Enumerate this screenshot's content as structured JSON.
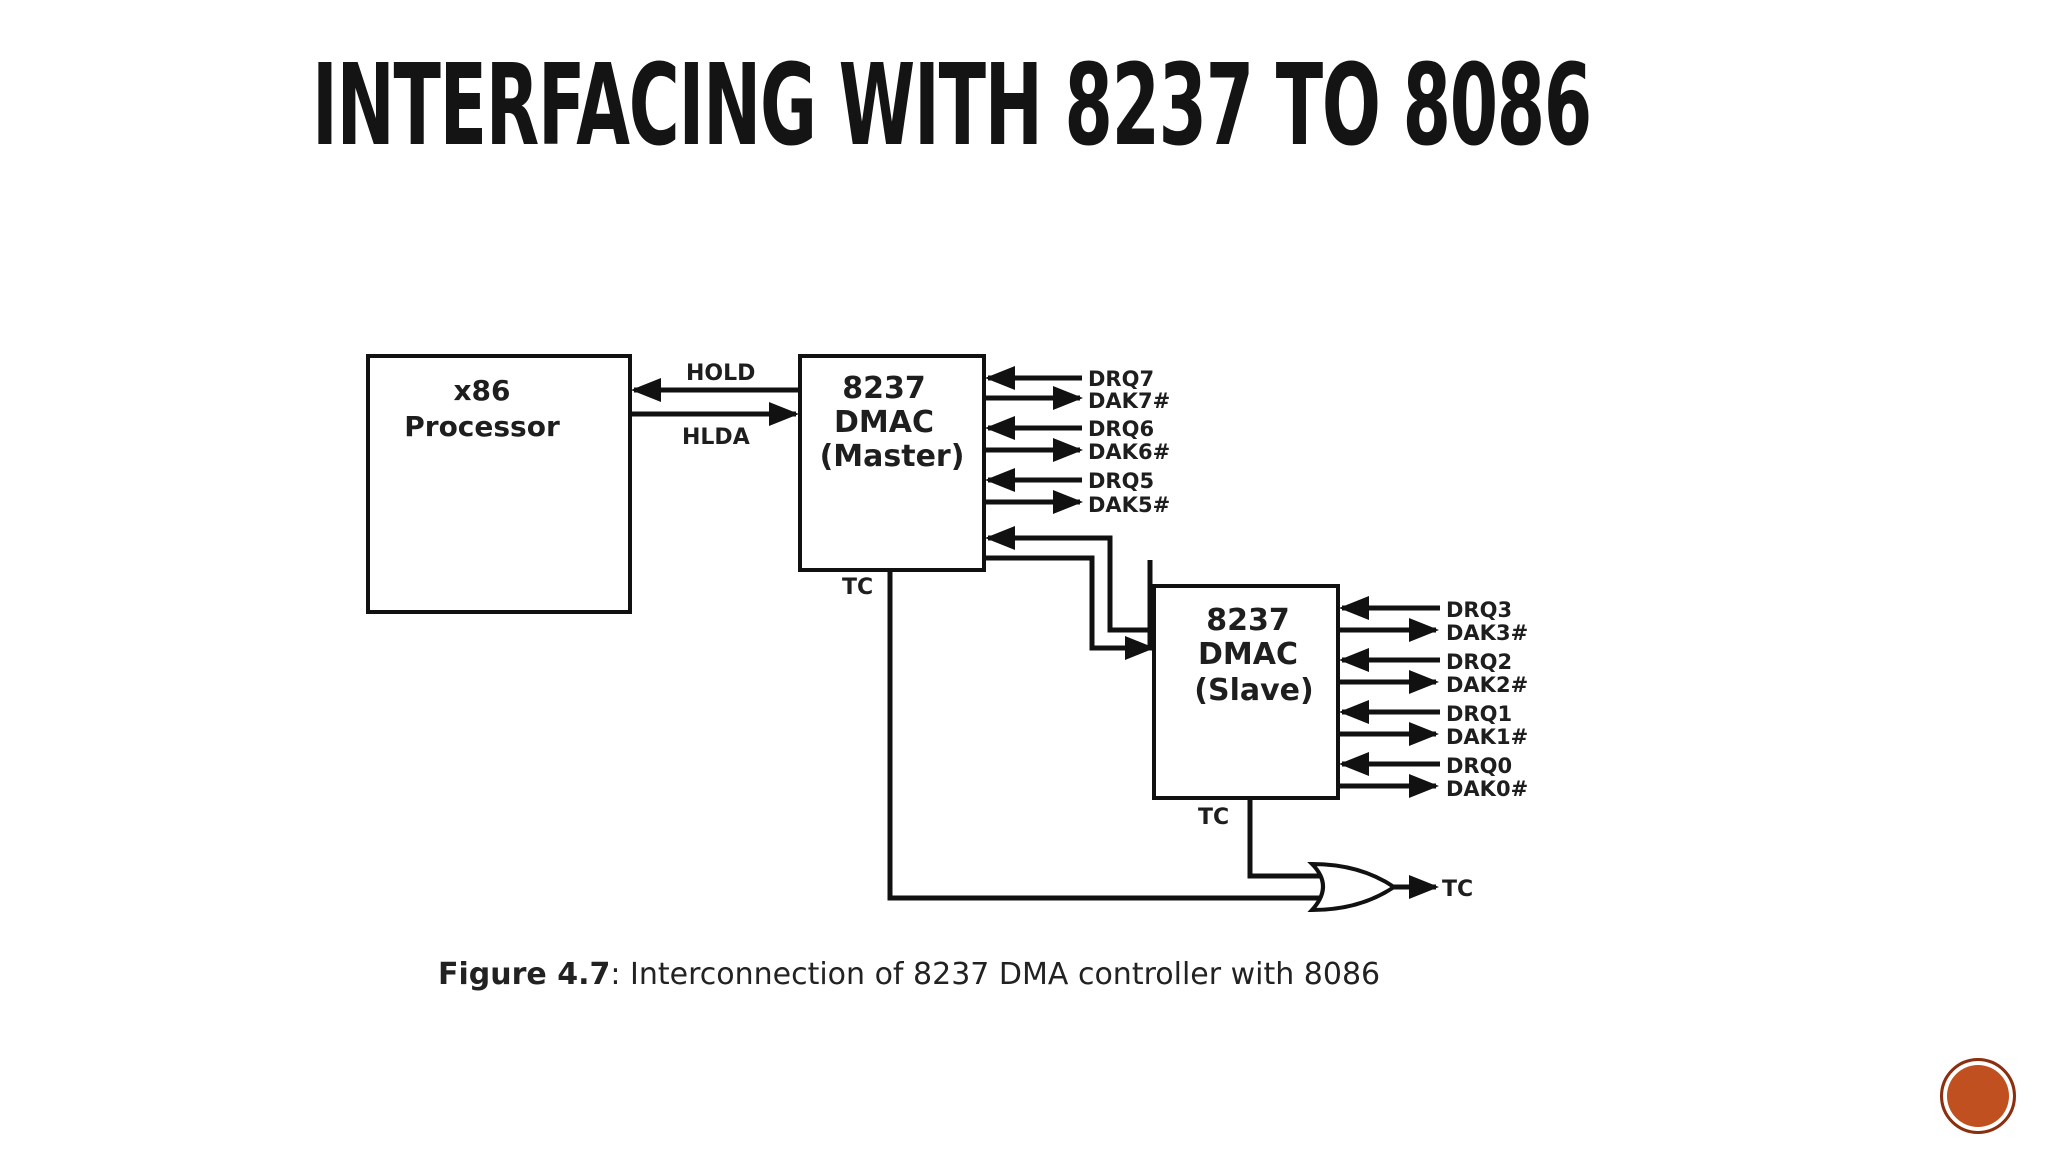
{
  "slide": {
    "title": "INTERFACING WITH  8237 TO  8086"
  },
  "diagram": {
    "processor": {
      "line1": "x86",
      "line2": "Processor"
    },
    "master": {
      "line1": "8237",
      "line2": "DMAC",
      "line3": "(Master)",
      "tc": "TC"
    },
    "slave": {
      "line1": "8237",
      "line2": "DMAC",
      "line3": "(Slave)",
      "tc": "TC"
    },
    "bus": {
      "hold": "HOLD",
      "hlda": "HLDA"
    },
    "master_signals": [
      "DRQ7",
      "DAK7#",
      "DRQ6",
      "DAK6#",
      "DRQ5",
      "DAK5#"
    ],
    "slave_signals": [
      "DRQ3",
      "DAK3#",
      "DRQ2",
      "DAK2#",
      "DRQ1",
      "DAK1#",
      "DRQ0",
      "DAK0#"
    ],
    "output_tc": "TC",
    "caption": {
      "label": "Figure 4.7",
      "text": ": Interconnection of 8237 DMA controller with 8086"
    }
  },
  "colors": {
    "accent": "#c0501f",
    "ink": "#111111"
  },
  "icons": {
    "nav": "circle-button-icon"
  }
}
